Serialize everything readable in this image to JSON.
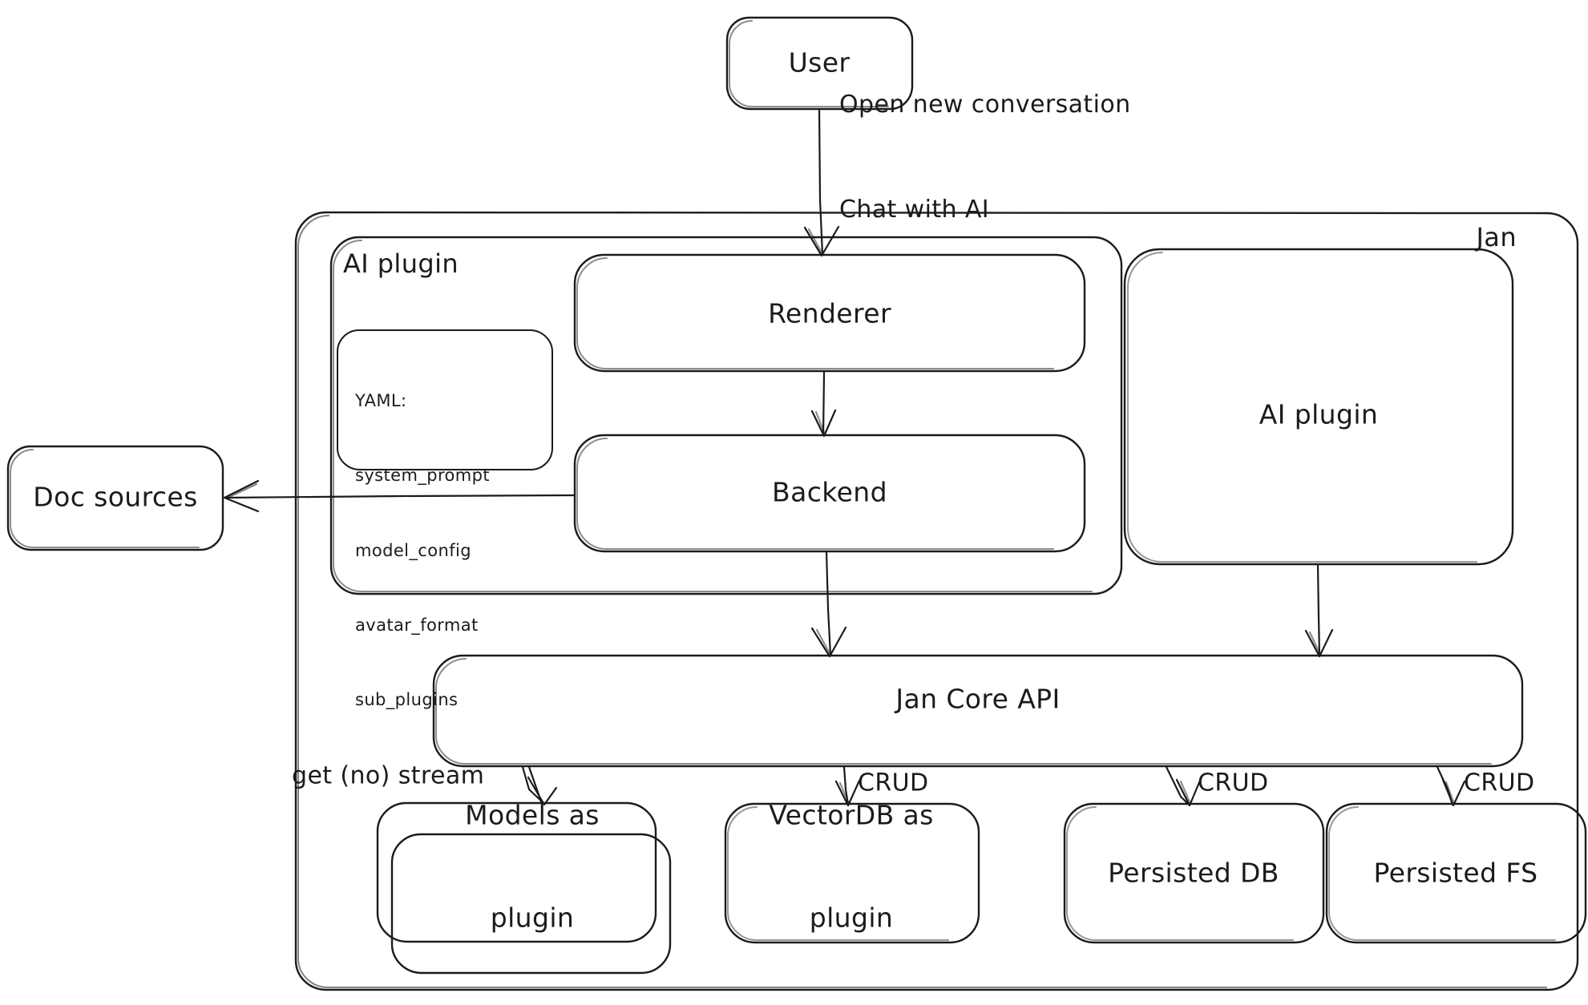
{
  "diagram": {
    "title_label": "Jan",
    "background": "#ffffff",
    "stroke_color": "#1b1b1f",
    "style": "hand-drawn"
  },
  "containers": [
    {
      "id": "jan",
      "label": "Jan",
      "label_position": "top-right"
    },
    {
      "id": "ai_plugin_group",
      "label": "AI plugin",
      "label_position": "top-left"
    }
  ],
  "nodes": [
    {
      "id": "user",
      "label": "User"
    },
    {
      "id": "renderer",
      "label": "Renderer"
    },
    {
      "id": "backend",
      "label": "Backend"
    },
    {
      "id": "ai_plugin_right",
      "label": "AI plugin"
    },
    {
      "id": "doc_sources",
      "label": "Doc sources"
    },
    {
      "id": "jan_core_api",
      "label": "Jan Core API"
    },
    {
      "id": "models_as_plugin",
      "label_line1": "Models as",
      "label_line2": "plugin"
    },
    {
      "id": "vectordb_as_plugin",
      "label_line1": "VectorDB as",
      "label_line2": "plugin"
    },
    {
      "id": "persisted_db",
      "label": "Persisted DB"
    },
    {
      "id": "persisted_fs",
      "label": "Persisted FS"
    }
  ],
  "yaml_note": {
    "header": "YAML:",
    "lines": [
      "system_prompt",
      "model_config",
      "avatar_format",
      "sub_plugins"
    ]
  },
  "edges": [
    {
      "id": "user-to-renderer",
      "from": "user",
      "to": "renderer",
      "label_line1": "Open new conversation",
      "label_line2": "Chat with AI"
    },
    {
      "id": "renderer-to-backend",
      "from": "renderer",
      "to": "backend",
      "label": ""
    },
    {
      "id": "backend-to-doc-sources",
      "from": "backend",
      "to": "doc_sources",
      "label": ""
    },
    {
      "id": "backend-to-core-api",
      "from": "backend",
      "to": "jan_core_api",
      "label": ""
    },
    {
      "id": "ai-plugin-to-core-api",
      "from": "ai_plugin_right",
      "to": "jan_core_api",
      "label": ""
    },
    {
      "id": "core-api-to-models",
      "from": "jan_core_api",
      "to": "models_as_plugin",
      "label": "get (no) stream"
    },
    {
      "id": "core-api-to-vectordb",
      "from": "jan_core_api",
      "to": "vectordb_as_plugin",
      "label": "CRUD"
    },
    {
      "id": "core-api-to-persisted-db",
      "from": "jan_core_api",
      "to": "persisted_db",
      "label": "CRUD"
    },
    {
      "id": "core-api-to-persisted-fs",
      "from": "jan_core_api",
      "to": "persisted_fs",
      "label": "CRUD"
    }
  ]
}
